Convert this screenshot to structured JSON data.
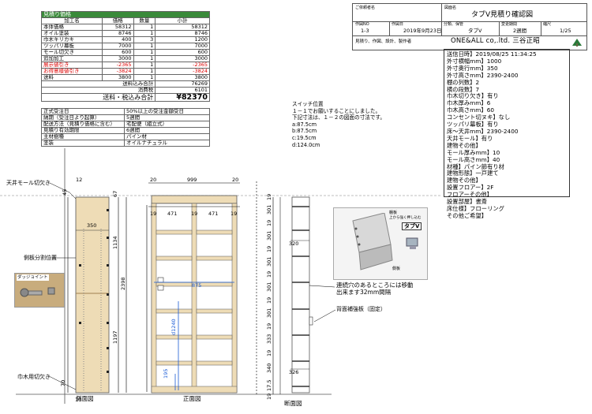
{
  "estimate": {
    "title": "見積り価格",
    "headers": [
      "加工名",
      "価格",
      "数量",
      "小計"
    ],
    "rows": [
      {
        "name": "本体価格",
        "price": "58312",
        "qty": "1",
        "sub": "58312",
        "red": false
      },
      {
        "name": "オイル塗装",
        "price": "8746",
        "qty": "1",
        "sub": "8746",
        "red": false
      },
      {
        "name": "巾木キリカキ",
        "price": "400",
        "qty": "3",
        "sub": "1200",
        "red": false
      },
      {
        "name": "ツッパリ幕板",
        "price": "7000",
        "qty": "1",
        "sub": "7000",
        "red": false
      },
      {
        "name": "モール切欠き",
        "price": "600",
        "qty": "1",
        "sub": "600",
        "red": false
      },
      {
        "name": "追加加工",
        "price": "3000",
        "qty": "1",
        "sub": "3000",
        "red": false
      },
      {
        "name": "展示値引き",
        "price": "-2365",
        "qty": "1",
        "sub": "-2365",
        "red": true
      },
      {
        "name": "お得意様値引き",
        "price": "-3824",
        "qty": "1",
        "sub": "-3824",
        "red": true
      },
      {
        "name": "送料",
        "price": "3800",
        "qty": "1",
        "sub": "3800",
        "red": false
      }
    ],
    "excl_label": "送料込み合計",
    "excl_value": "76269",
    "tax_label": "消費税",
    "tax_value": "6101",
    "total_label": "送料・税込み合計",
    "total_value": "¥82370"
  },
  "conditions": [
    {
      "k": "正式受注日",
      "v": "50%以上の受注金額受日"
    },
    {
      "k": "納期（受注日より起算）",
      "v": "5週間"
    },
    {
      "k": "配送方法（見積り価格に含む）",
      "v": "宅配便（組立式）"
    },
    {
      "k": "見積り有効期限",
      "v": "6週間"
    },
    {
      "k": "主材樹種",
      "v": "パイン材"
    },
    {
      "k": "塗装",
      "v": "オイルナチュラル"
    }
  ],
  "titleblock": {
    "client_label": "ご依頼者名",
    "drawing_label": "図面名",
    "drawing_name": "タブV見積り確認図",
    "num_label": "作図NO",
    "num": "1-3",
    "date_label": "作図日",
    "date": "2019年9月23日",
    "type_label": "分類、保管",
    "type": "タブV",
    "period_label": "変更期間",
    "period": "2週間",
    "scale_label": "縮尺",
    "scale": "1/25",
    "maker_label": "見積り、作図、設計、製作者",
    "maker": "ONE&ALL co,.ltd. 三谷正昭"
  },
  "spec_lines": [
    "送信日時】2019/08/25 11:34:25",
    "外寸横幅mm】1000",
    "外寸奥行mm】350",
    "外寸高さmm】2390-2400",
    "棚の列数】2",
    "横の段数】7",
    "巾木切り欠き】有り",
    "巾木厚みmm】6",
    "巾木高さmm】60",
    "コンセント切ヌキ】なし",
    "ツッパリ幕板】有り",
    "床〜天井mm】2390-2400",
    "天井モール】有り",
    "建物その他】",
    "モール厚みmm】10",
    "モール高さmm】40",
    "材種】パイン節有り材",
    "建物形態】一戸建て",
    "建物その他】",
    "設置フロアー】2F",
    "フロアーその他】",
    "設置部屋】書斎",
    "床仕様】フローリング",
    "その他ご希望】"
  ],
  "switch_note": [
    "スイッチ位置",
    "１－１でお願いすることにしました。",
    "下記寸法は、１－２の図面の寸法です。",
    "a:87.5cm",
    "b:87.5cm",
    "c:19.5cm",
    "d:124.0cm"
  ],
  "labels": {
    "ceiling_mold": "天井モール切欠き",
    "side_split": "側板分割位置",
    "joint": "ダッジョイント",
    "baseboard": "巾木用切欠き",
    "side_view": "側面図",
    "front_view": "正面図",
    "section_view": "断面図",
    "back_panel": "背面補強板（固定）",
    "hole_note1": "連続穴のあるところには移動",
    "hole_note2": "出来ます32mm間隔",
    "shelf_label": "棚板",
    "photo_label": "タブV",
    "side_board": "側板",
    "photo_note": "上から強く押し込む"
  },
  "dims": {
    "side_top": "12",
    "side_left": "45",
    "side_67": "67",
    "side_350": "350",
    "side_1134": "1134",
    "side_2398": "2398",
    "side_1197": "1197",
    "side_70": "70",
    "side_10": "10",
    "front_20a": "20",
    "front_999": "999",
    "front_20b": "20",
    "front_19a": "19",
    "front_471a": "471",
    "front_19b": "19",
    "front_471b": "471",
    "front_19c": "19",
    "front_875": "875",
    "front_1240": "d1240",
    "front_195": "195",
    "sec_19a": "19",
    "sec_301a": "301",
    "sec_19b": "19",
    "sec_301b": "301",
    "sec_19c": "19",
    "sec_301c": "301",
    "sec_19d": "19",
    "sec_301d": "301",
    "sec_19e": "19",
    "sec_301e": "301",
    "sec_19f": "19",
    "sec_333": "333",
    "sec_19g": "19",
    "sec_340": "340",
    "sec_175": "17.5",
    "sec_320": "320",
    "sec_326": "326",
    "sec_19h": "19"
  }
}
